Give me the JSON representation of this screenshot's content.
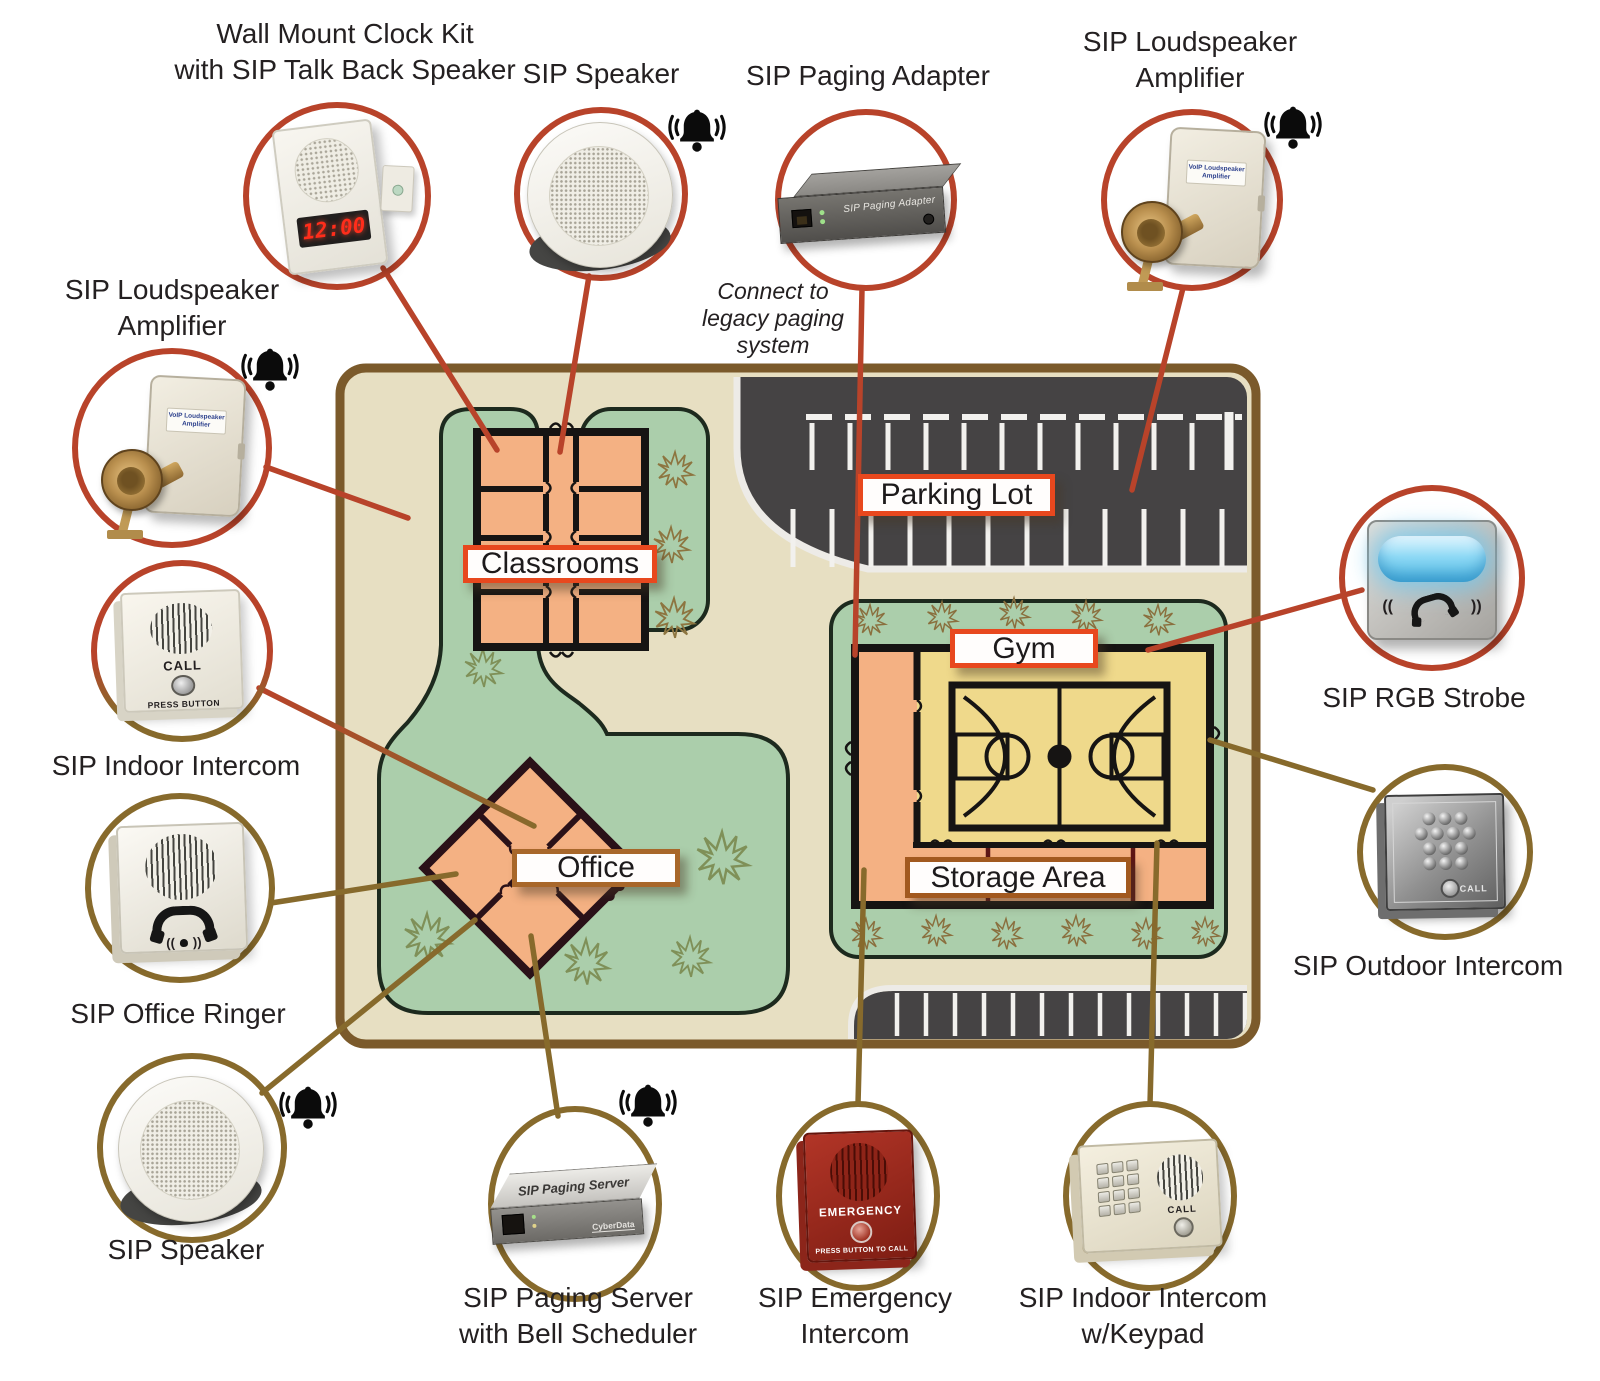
{
  "colors": {
    "accent_red": "#b8432a",
    "accent_olive": "#876a2c",
    "label_border_red": "#e8481e",
    "label_border_brown": "#a8672a",
    "map_border": "#7b5a2b",
    "map_background": "#e7dfc2",
    "grass_green": "#abceab",
    "room_orange": "#f4b183",
    "gym_floor_yellow": "#efd98b",
    "asphalt_gray": "#454344",
    "strobe_blue": "#8ed9f5",
    "led_red": "#ff2d1b"
  },
  "map": {
    "labels": {
      "classrooms": "Classrooms",
      "office": "Office",
      "gym": "Gym",
      "storage": "Storage Area",
      "parking": "Parking Lot"
    }
  },
  "note": {
    "line1": "Connect to",
    "line2": "legacy paging",
    "line3": "system"
  },
  "devices": {
    "clock_kit": {
      "label1": "Wall Mount Clock Kit",
      "label2": "with SIP Talk Back Speaker",
      "time": "12:00"
    },
    "speaker_top": {
      "label": "SIP Speaker"
    },
    "paging_adapter": {
      "label": "SIP Paging Adapter",
      "box_text": "SIP Paging Adapter"
    },
    "amp_right": {
      "label1": "SIP Loudspeaker",
      "label2": "Amplifier",
      "box_text1": "VoIP Loudspeaker",
      "box_text2": "Amplifier"
    },
    "amp_left": {
      "label1": "SIP Loudspeaker",
      "label2": "Amplifier",
      "box_text1": "VoIP Loudspeaker",
      "box_text2": "Amplifier"
    },
    "indoor_intercom": {
      "label": "SIP Indoor Intercom",
      "call": "CALL",
      "press": "PRESS BUTTON"
    },
    "office_ringer": {
      "label": "SIP Office Ringer"
    },
    "speaker_bottom": {
      "label": "SIP Speaker"
    },
    "paging_server": {
      "label1": "SIP Paging Server",
      "label2": "with Bell Scheduler",
      "box_text": "SIP Paging Server",
      "brand": "CyberData"
    },
    "emergency_intercom": {
      "label1": "SIP Emergency",
      "label2": "Intercom",
      "title": "EMERGENCY",
      "press": "PRESS BUTTON TO CALL"
    },
    "keypad_intercom": {
      "label1": "SIP Indoor Intercom",
      "label2": "w/Keypad",
      "call": "CALL"
    },
    "rgb_strobe": {
      "label": "SIP RGB Strobe"
    },
    "outdoor_intercom": {
      "label": "SIP Outdoor Intercom",
      "call": "CALL"
    }
  }
}
